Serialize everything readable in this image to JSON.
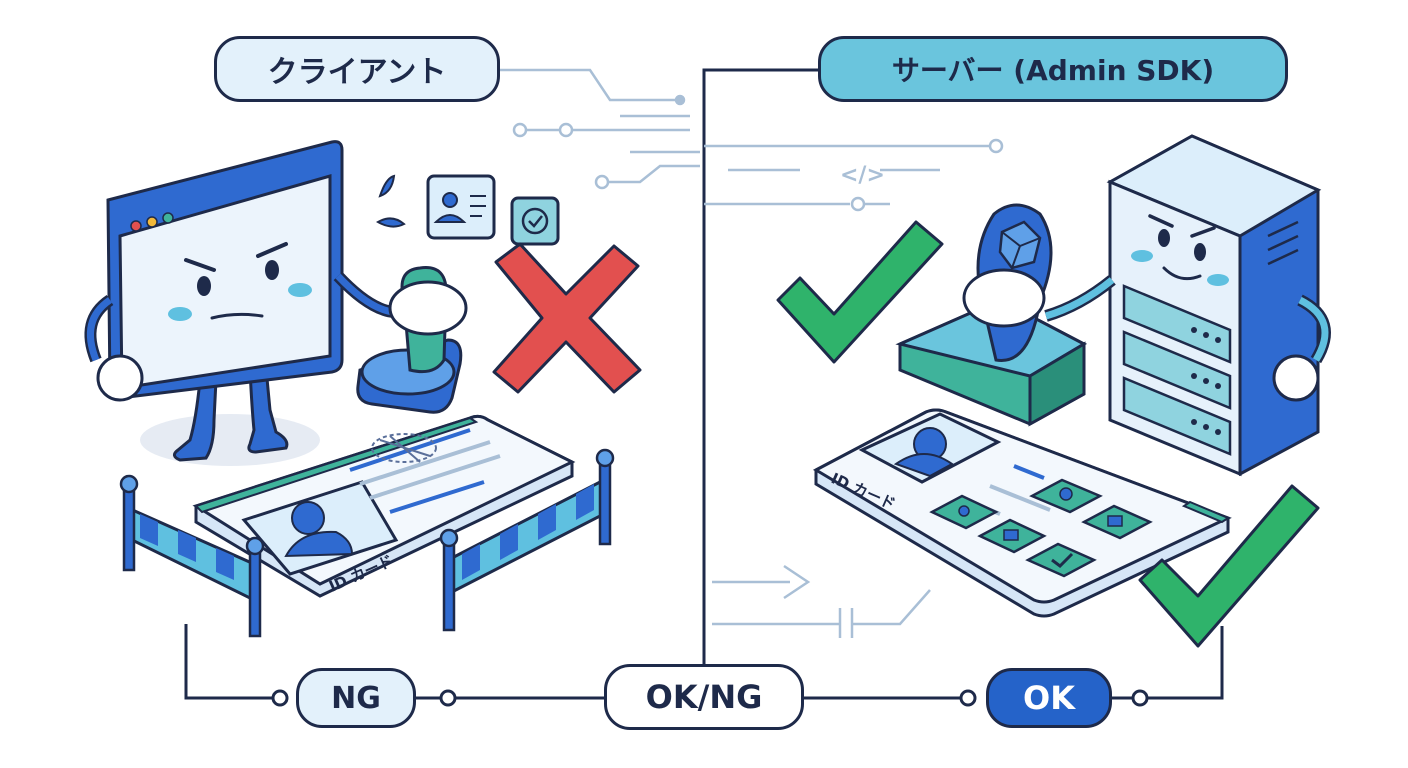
{
  "labels": {
    "client": "クライアント",
    "server": "サーバー (Admin SDK)",
    "ng": "NG",
    "ok_ng": "OK/NG",
    "ok": "OK"
  },
  "id_card_client": "ID カード",
  "id_card_server": "ID カード",
  "code_symbol": "</>",
  "colors": {
    "outline": "#1e2a4a",
    "primary_blue": "#2563c9",
    "light_blue": "#dceefb",
    "teal": "#3fb39b",
    "green_check": "#2fb36b",
    "red_cross": "#e2504f"
  },
  "icons": [
    "browser-window-character",
    "rubber-stamp-icon",
    "cross-mark-icon",
    "check-mark-icon",
    "server-character",
    "id-card-icon",
    "barrier-icon"
  ]
}
